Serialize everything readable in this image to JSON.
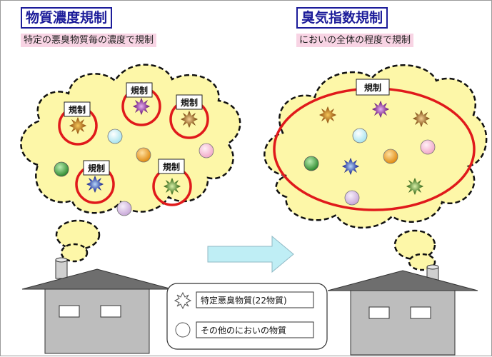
{
  "left_panel": {
    "title": "物質濃度規制",
    "subtitle": "特定の悪臭物質毎の濃度で規制",
    "regulation_label": "規制"
  },
  "right_panel": {
    "title": "臭気指数規制",
    "subtitle": "においの全体の程度で規制",
    "regulation_label": "規制"
  },
  "legend": {
    "specific_substance": "特定悪臭物質(22物質)",
    "other_substance": "その他のにおいの物質"
  },
  "colors": {
    "cloud_fill": "#fdf7a8",
    "regulation_ring": "#e0191b",
    "title_text": "#1d1d9a",
    "subtitle_bg": "#f8d4e4",
    "arrow_fill": "#bfeef5",
    "house_wall": "#bdbdbd",
    "house_roof": "#6e6e6e"
  },
  "icons": {
    "specific": "spiky-molecule-icon",
    "other": "round-molecule-icon"
  }
}
